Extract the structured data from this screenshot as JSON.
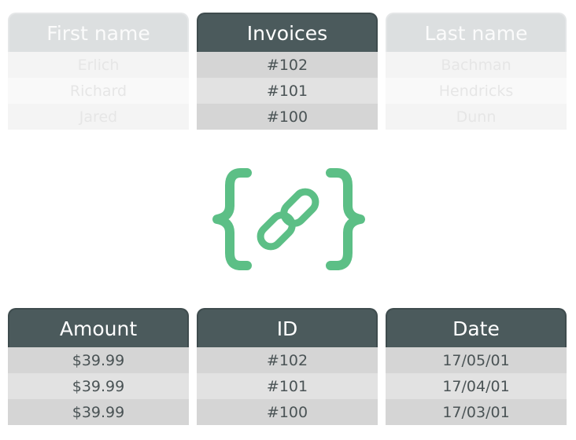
{
  "top_tables": {
    "first_name": {
      "header": "First name",
      "rows": [
        "Erlich",
        "Richard",
        "Jared"
      ]
    },
    "invoices": {
      "header": "Invoices",
      "rows": [
        "#102",
        "#101",
        "#100"
      ]
    },
    "last_name": {
      "header": "Last name",
      "rows": [
        "Bachman",
        "Hendricks",
        "Dunn"
      ]
    }
  },
  "bottom_tables": {
    "amount": {
      "header": "Amount",
      "rows": [
        "$39.99",
        "$39.99",
        "$39.99"
      ]
    },
    "id": {
      "header": "ID",
      "rows": [
        "#102",
        "#101",
        "#100"
      ]
    },
    "date": {
      "header": "Date",
      "rows": [
        "17/05/01",
        "17/04/01",
        "17/03/01"
      ]
    }
  },
  "link_symbol": {
    "icon": "link-in-braces-icon",
    "color": "#5cbf86"
  },
  "colors": {
    "header_dark": "#4b5a5c",
    "header_faded": "#dcdfe0",
    "row_dark_a": "#d5d5d5",
    "row_dark_b": "#e2e2e2",
    "row_faded_a": "#f4f4f4",
    "row_faded_b": "#f9f9f9"
  }
}
